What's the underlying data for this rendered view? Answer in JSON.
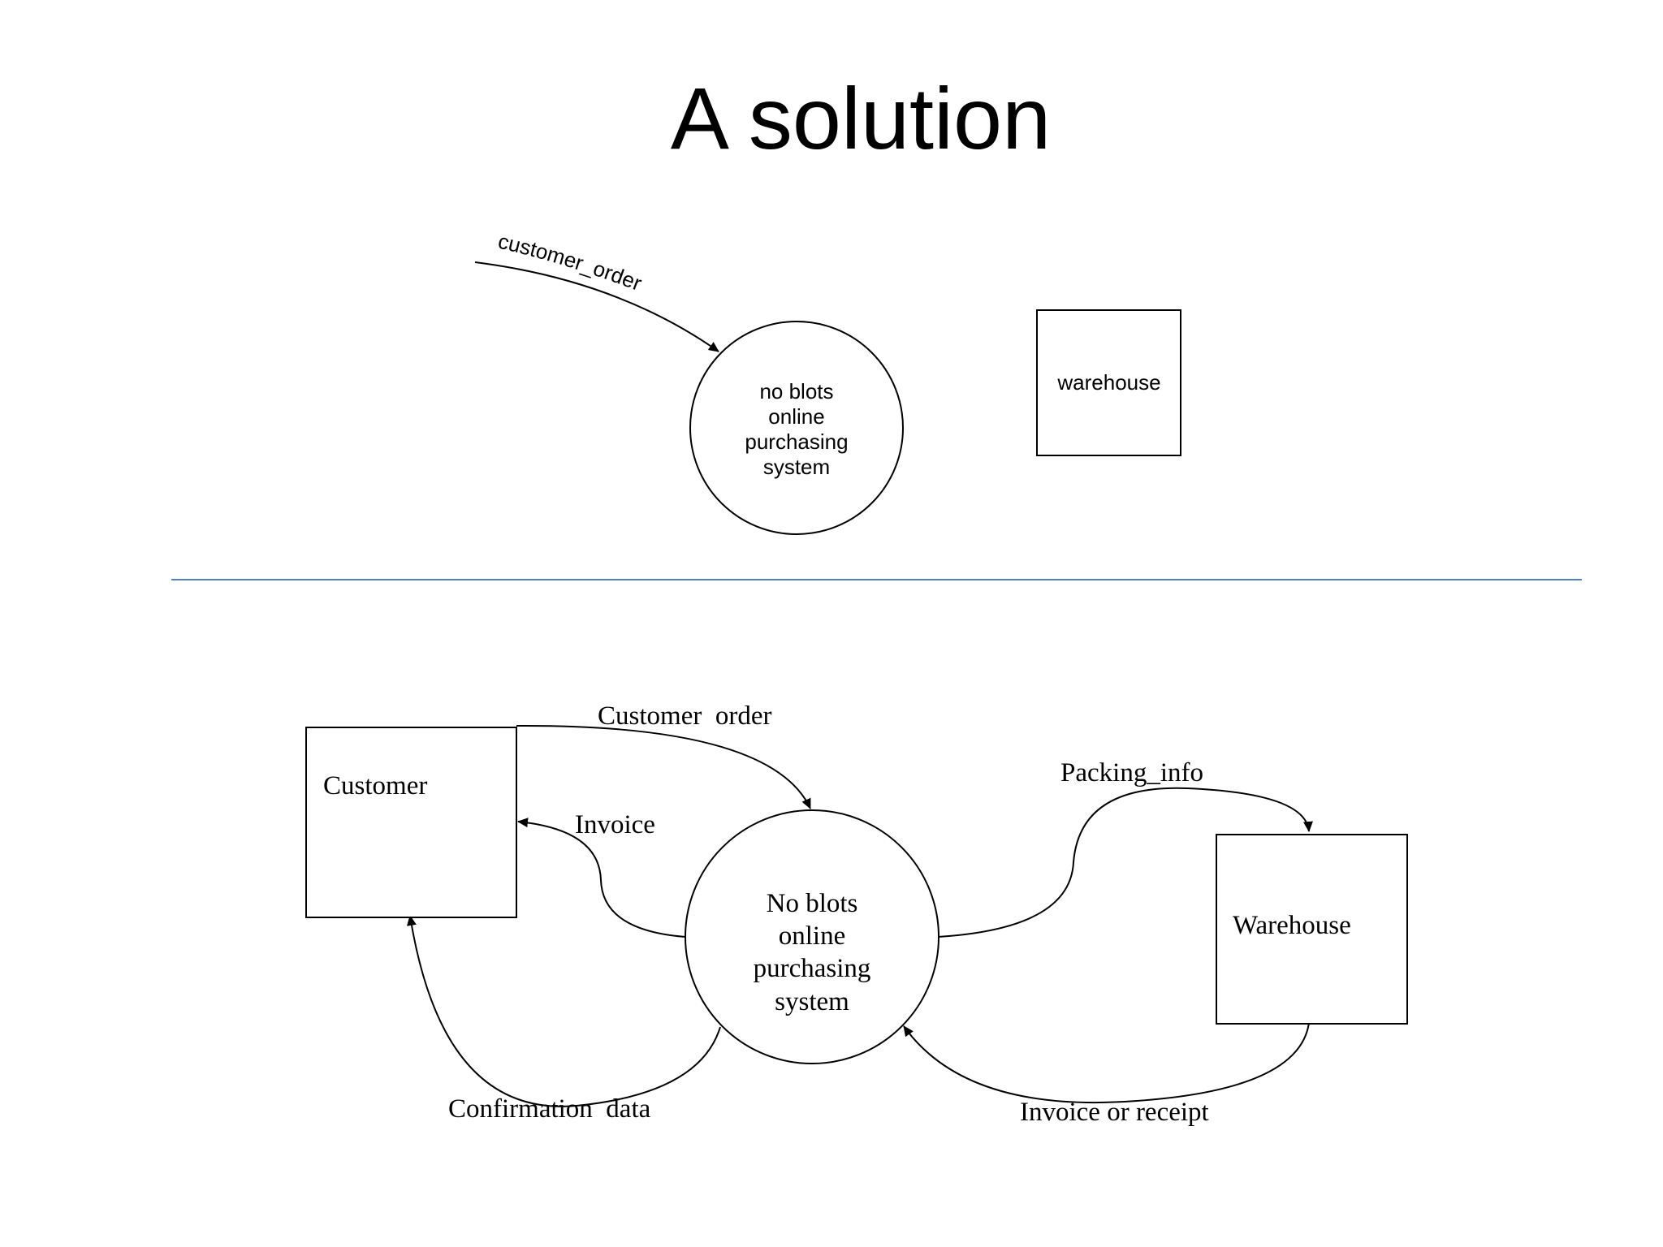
{
  "title": "A solution",
  "colors": {
    "divider": "#4f81bd",
    "ink": "#000000",
    "background": "#ffffff"
  },
  "top_diagram": {
    "flow_customer_order": "customer_order",
    "process_lines": [
      "no blots",
      "online",
      "purchasing",
      "system"
    ],
    "store_warehouse": "warehouse"
  },
  "bottom_diagram": {
    "entity_customer": "Customer",
    "entity_warehouse": "Warehouse",
    "process_lines": [
      "No blots",
      "online",
      "purchasing",
      "system"
    ],
    "flow_customer_order": "Customer  order",
    "flow_invoice": "Invoice",
    "flow_confirmation": "Confirmation  data",
    "flow_packing": "Packing_info",
    "flow_invoice_receipt": "Invoice or receipt"
  }
}
